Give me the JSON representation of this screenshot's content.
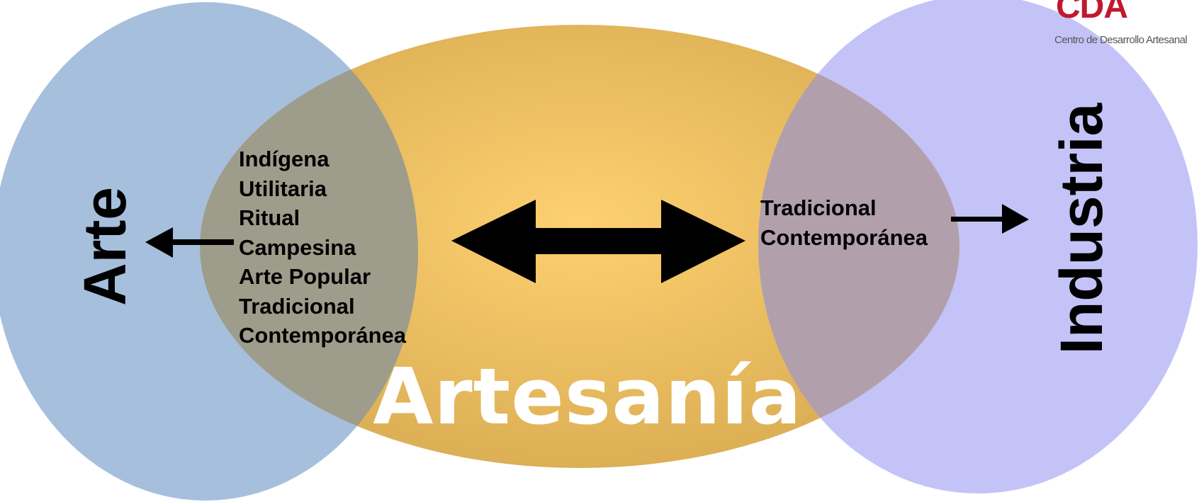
{
  "logo": {
    "mark": "CDA",
    "name": "Centro de Desarrollo Artesanal"
  },
  "circles": {
    "left": {
      "label": "Arte",
      "color": "#a6bfdd"
    },
    "center": {
      "label": "Artesanía",
      "color_inner": "#fcce70",
      "color_outer": "#deb157"
    },
    "right": {
      "label": "Industria",
      "color": "#c4c3f8"
    }
  },
  "overlaps": {
    "left_color": "#9e9d8b",
    "right_color": "#b1a0ac"
  },
  "left_list": [
    "Indígena",
    "Utilitaria",
    "Ritual",
    "Campesina",
    "Arte Popular",
    "Tradicional",
    "Contemporánea"
  ],
  "right_list": [
    "Tradicional",
    "Contemporánea"
  ],
  "arrows": {
    "color": "#000000",
    "items": [
      "arrow-to-arte",
      "double-arrow",
      "arrow-to-industria"
    ]
  }
}
